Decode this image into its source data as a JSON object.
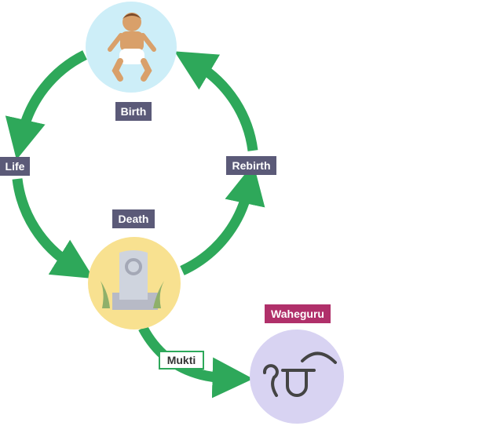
{
  "labels": {
    "birth": "Birth",
    "life": "Life",
    "rebirth": "Rebirth",
    "death": "Death",
    "waheguru": "Waheguru",
    "mukti": "Mukti"
  },
  "colors": {
    "arrow": "#2ea85a",
    "birth_circle": "#cdeef8",
    "death_circle": "#f8e190",
    "waheguru_circle": "#d8d3f2",
    "label_dark": "#5b5a78",
    "label_pink": "#b0306a"
  }
}
